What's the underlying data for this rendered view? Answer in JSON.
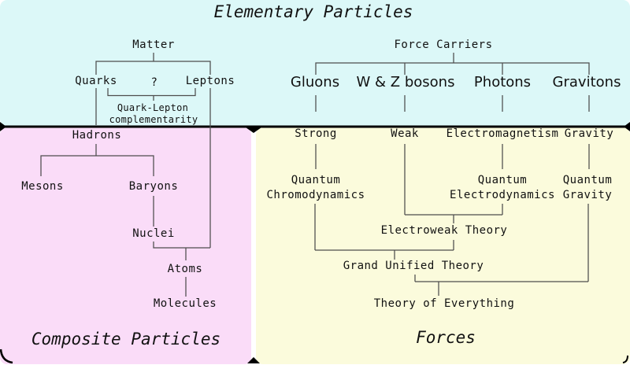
{
  "colors": {
    "elementary_bg": "#dcf8f8",
    "composite_bg": "#fadcf8",
    "forces_bg": "#fbfbdc",
    "separator": "#000000",
    "connector": "#4d4d4d",
    "text": "#111111",
    "page_bg": "#ffffff"
  },
  "elementary": {
    "title": "Elementary Particles",
    "matter_tree": {
      "root": "Matter",
      "left_child": "Quarks",
      "relation": "?",
      "right_child": "Leptons",
      "note_line1": "Quark-Lepton",
      "note_line2": "complementarity"
    },
    "force_tree": {
      "root": "Force Carriers",
      "children": [
        "Gluons",
        "W & Z bosons",
        "Photons",
        "Gravitons"
      ]
    }
  },
  "composite": {
    "title": "Composite Particles",
    "hadrons": "Hadrons",
    "mesons": "Mesons",
    "baryons": "Baryons",
    "nuclei": "Nuclei",
    "atoms": "Atoms",
    "molecules": "Molecules"
  },
  "forces": {
    "title": "Forces",
    "strong": "Strong",
    "weak": "Weak",
    "electromagnetism": "Electromagnetism",
    "gravity": "Gravity",
    "quantum_chromodynamics": {
      "line1": "Quantum",
      "line2": "Chromodynamics"
    },
    "quantum_electrodynamics": {
      "line1": "Quantum",
      "line2": "Electrodynamics"
    },
    "quantum_gravity": {
      "line1": "Quantum",
      "line2": "Gravity"
    },
    "electroweak": "Electroweak Theory",
    "grand_unified": "Grand Unified Theory",
    "theory_of_everything": "Theory of Everything"
  }
}
